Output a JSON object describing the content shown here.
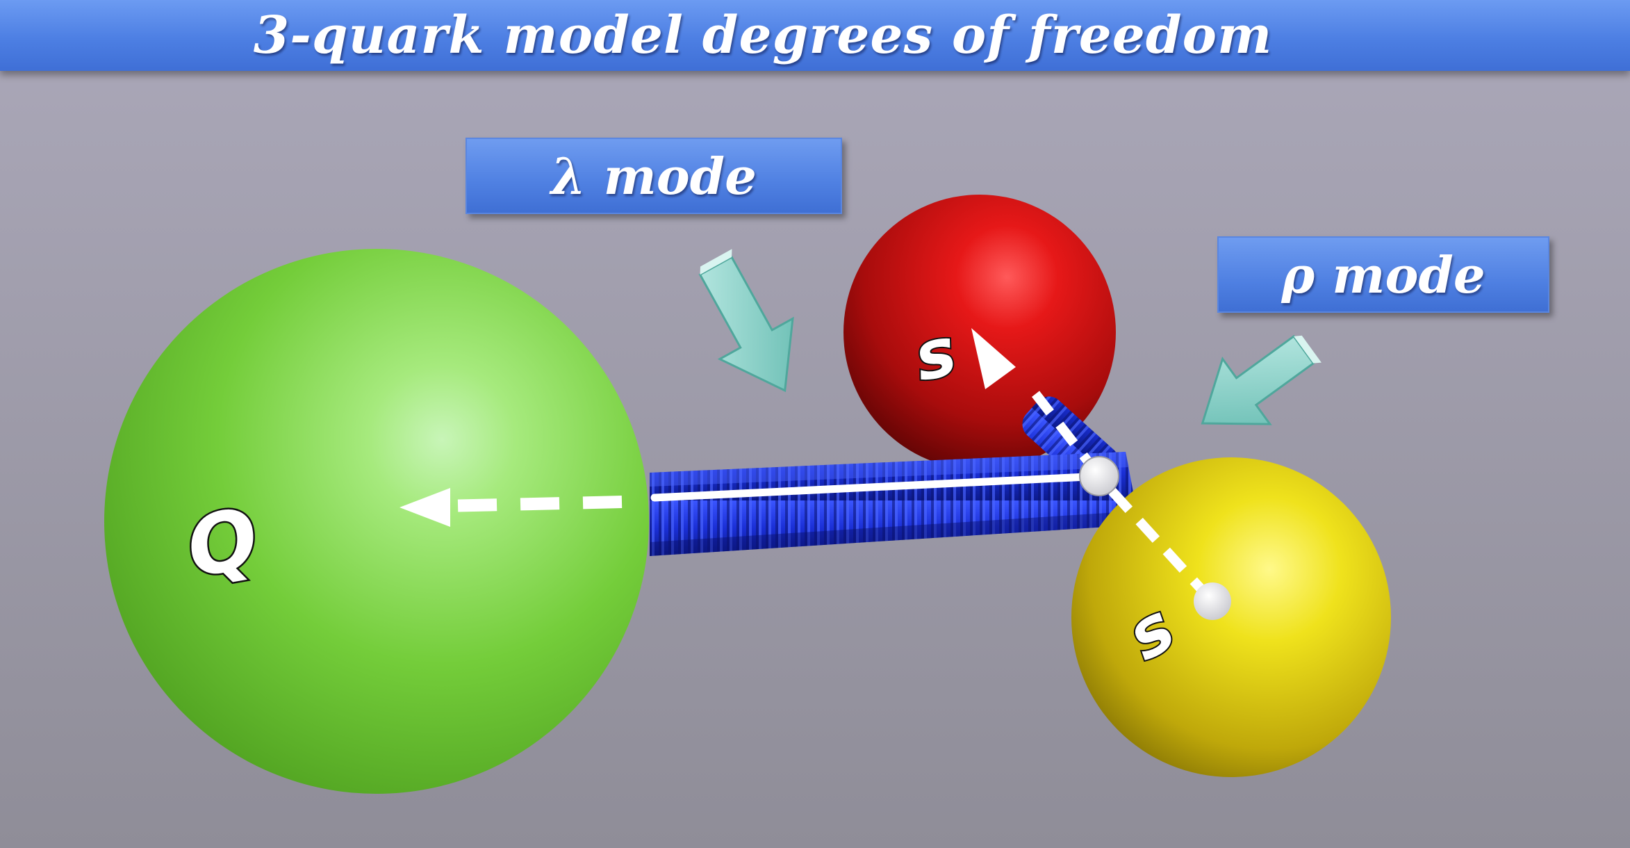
{
  "title": "3-quark model degrees of freedom",
  "modes": {
    "lambda": "λ mode",
    "rho": "ρ mode"
  },
  "quarks": [
    {
      "label": "Q",
      "color": "#6ccf2f"
    },
    {
      "label": "s",
      "color": "#d01212"
    },
    {
      "label": "s",
      "color": "#e4d418"
    }
  ],
  "colors": {
    "background": "#9c9aa8",
    "title_bar": "#4d7fe3",
    "spring": "#1a2fd6",
    "pointer_arrow": "#7fd1c8",
    "vector": "#ffffff"
  }
}
